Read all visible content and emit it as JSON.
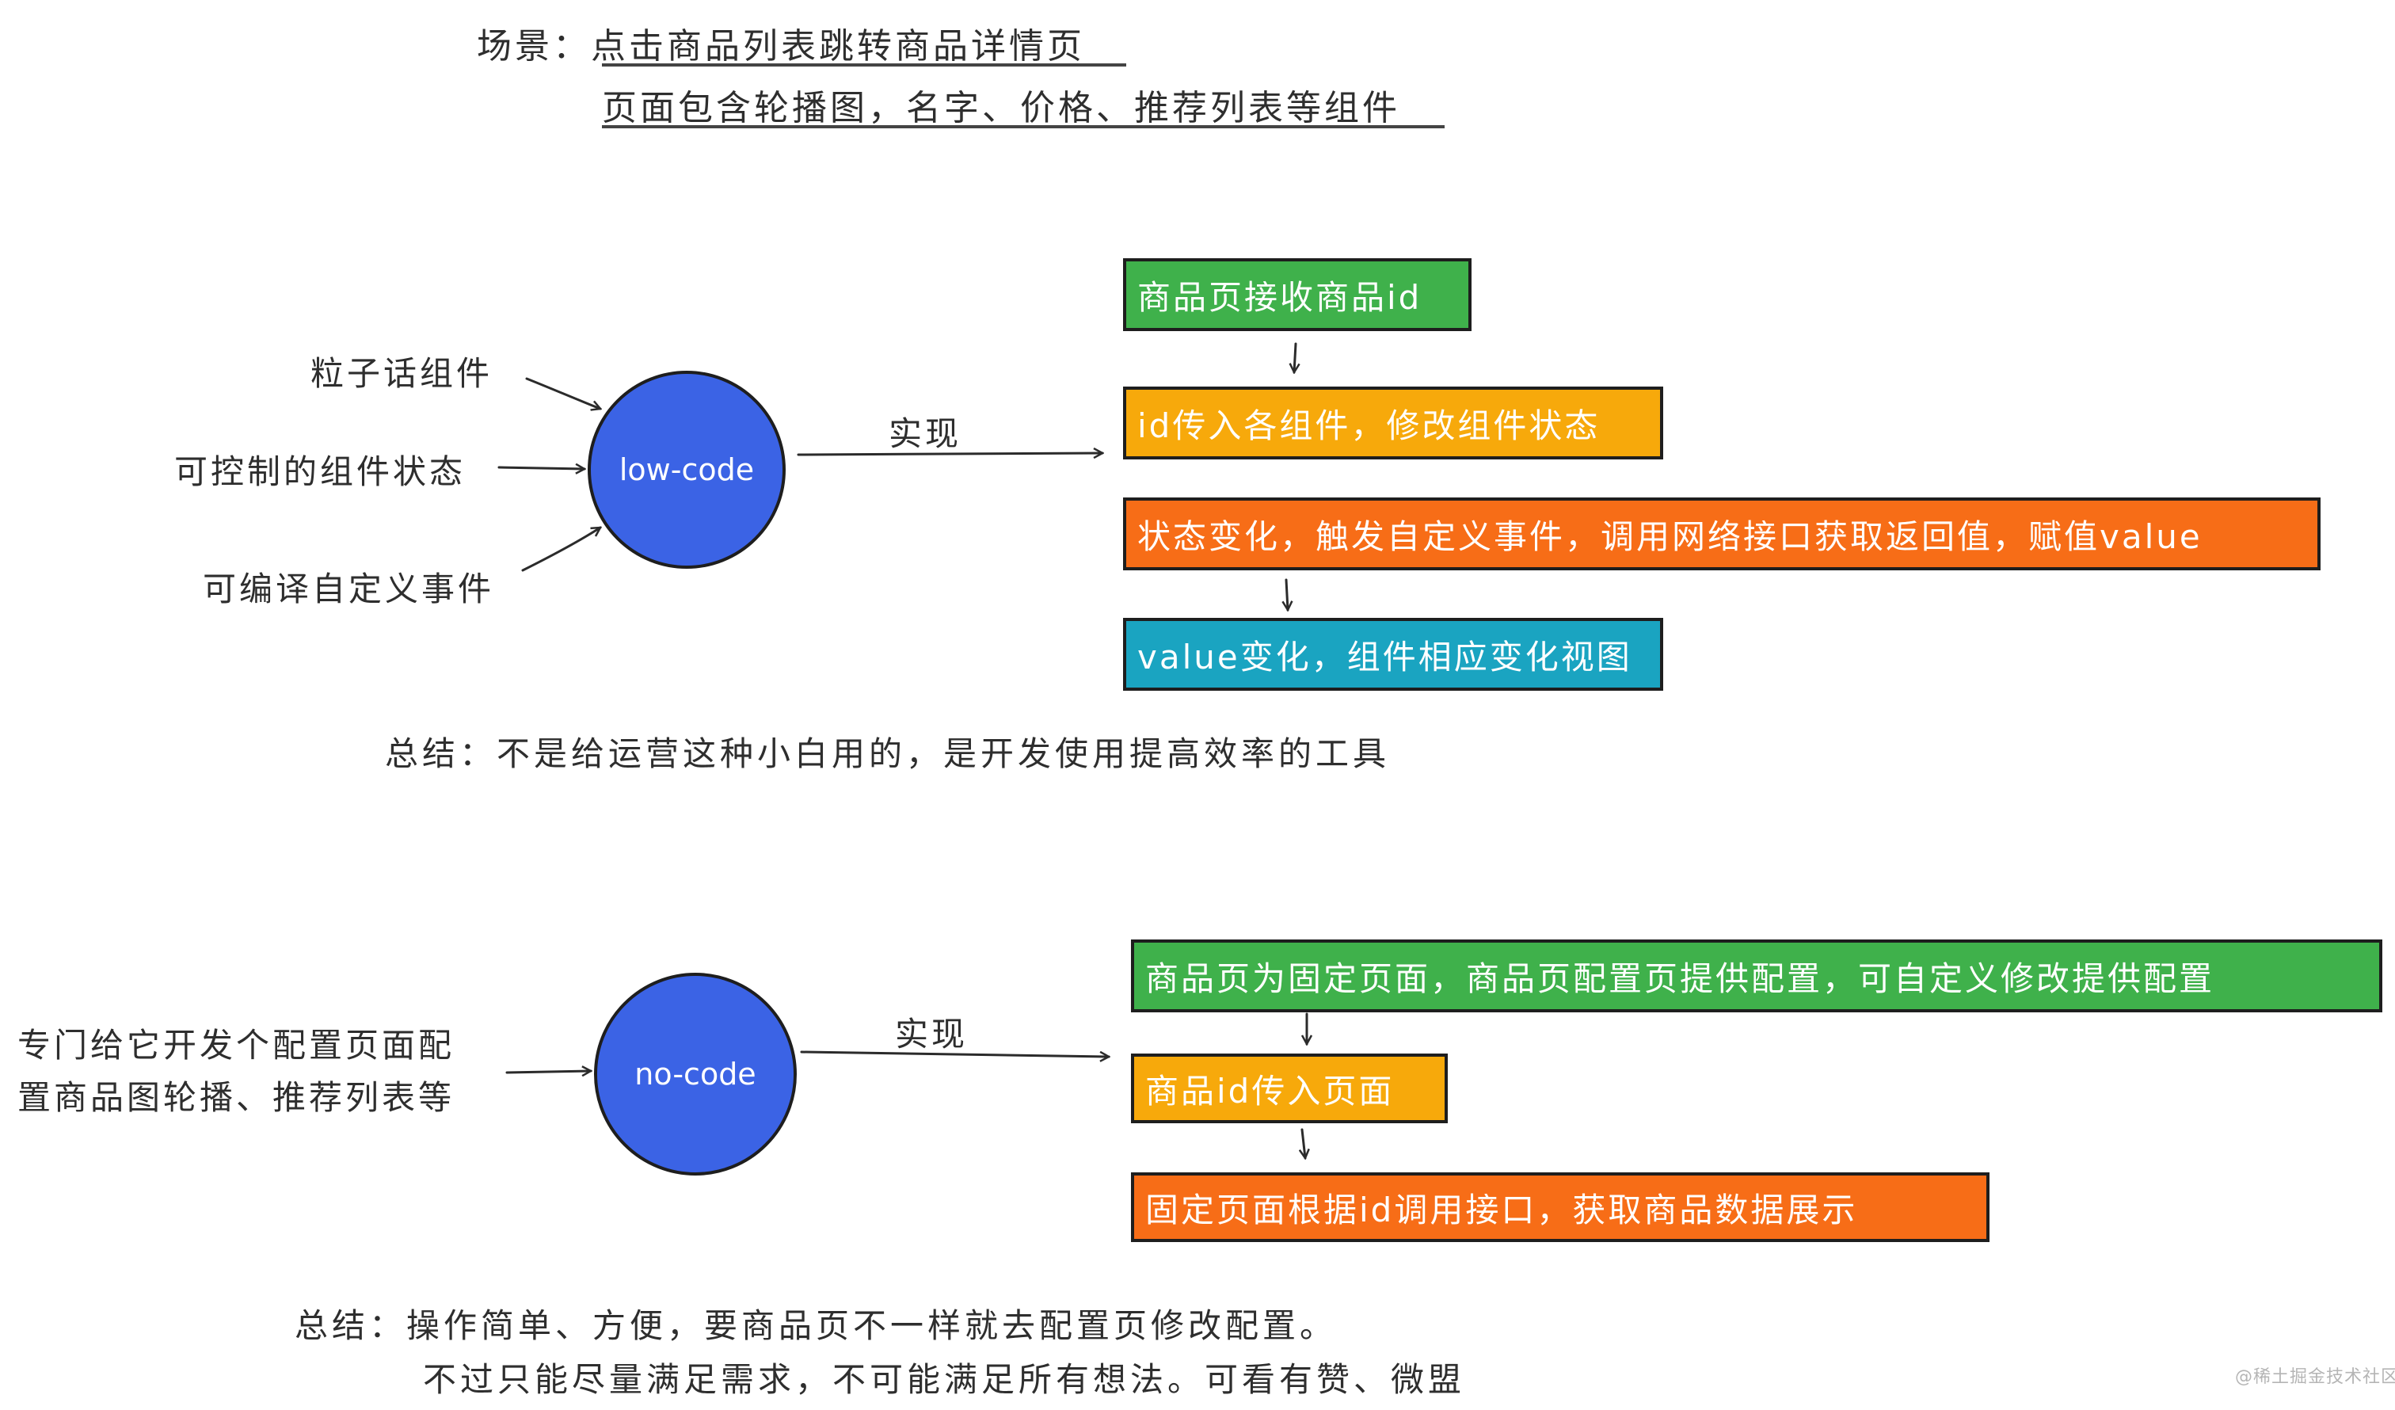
{
  "scene": {
    "line1": "场景：点击商品列表跳转商品详情页",
    "line2": "页面包含轮播图，名字、价格、推荐列表等组件"
  },
  "lowcode": {
    "node": "low-code",
    "inputs": [
      "粒子话组件",
      "可控制的组件状态",
      "可编译自定义事件"
    ],
    "edge_label": "实现",
    "steps": [
      {
        "text": "商品页接收商品id",
        "color": "#3fb14b"
      },
      {
        "text": "id传入各组件，修改组件状态",
        "color": "#f7a90b"
      },
      {
        "text": "状态变化，触发自定义事件，调用网络接口获取返回值，赋值value",
        "color": "#f76d17"
      },
      {
        "text": "value变化，组件相应变化视图",
        "color": "#1aa4c1"
      }
    ],
    "summary": "总结：不是给运营这种小白用的，是开发使用提高效率的工具"
  },
  "nocode": {
    "node": "no-code",
    "input_lines": [
      "专门给它开发个配置页面配",
      "置商品图轮播、推荐列表等"
    ],
    "edge_label": "实现",
    "steps": [
      {
        "text": "商品页为固定页面，商品页配置页提供配置，可自定义修改提供配置",
        "color": "#3fb14b"
      },
      {
        "text": "商品id传入页面",
        "color": "#f7a90b"
      },
      {
        "text": "固定页面根据id调用接口，获取商品数据展示",
        "color": "#f76d17"
      }
    ],
    "summary_lines": [
      "总结：操作简单、方便，要商品页不一样就去配置页修改配置。",
      "不过只能尽量满足需求，不可能满足所有想法。可看有赞、微盟"
    ]
  },
  "watermark": "@稀土掘金技术社区",
  "colors": {
    "node_fill": "#3b63e5",
    "green": "#3fb14b",
    "yellow": "#f7a90b",
    "orange": "#f76d17",
    "cyan": "#1aa4c1"
  }
}
